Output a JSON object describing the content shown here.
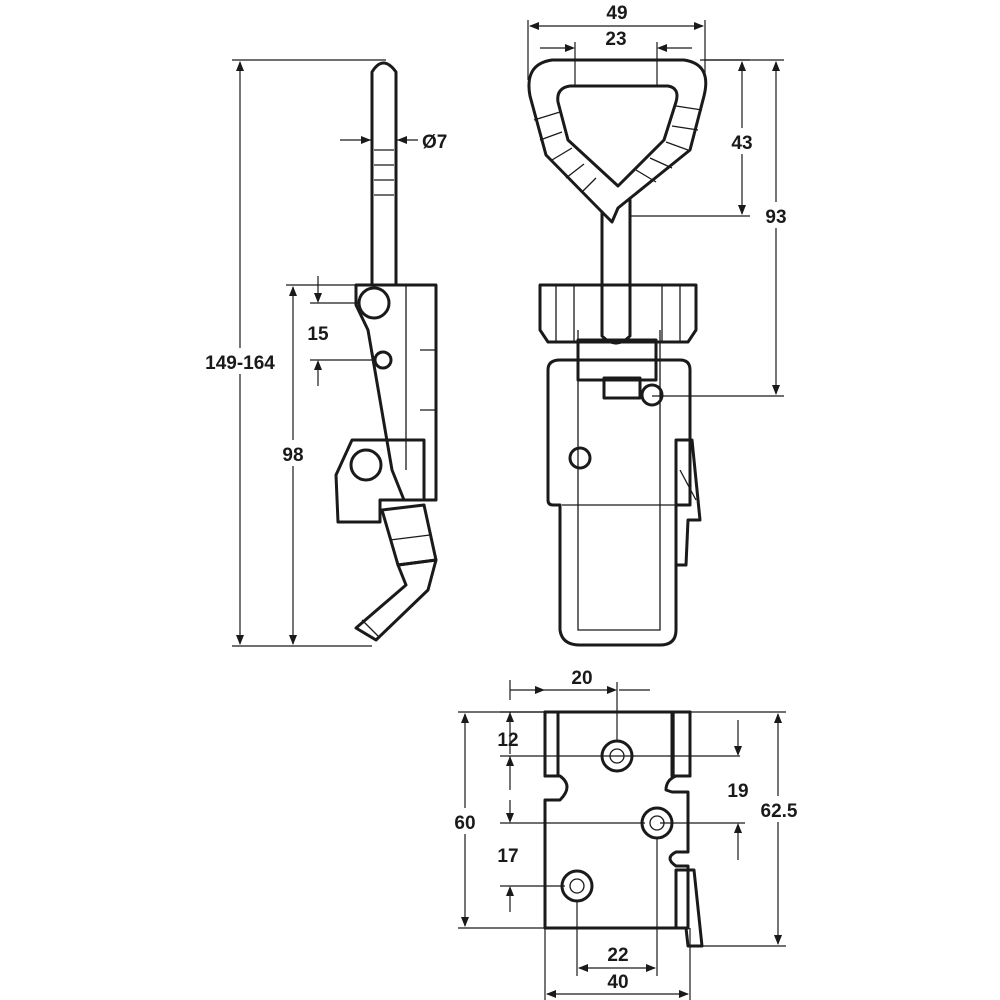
{
  "diagram": {
    "side_view": {
      "overall_length": "149-164",
      "diameter": "Ø7",
      "pivot_spacing": "15",
      "body_length": "98"
    },
    "front_view": {
      "handle_outer_width": "49",
      "handle_inner_width": "23",
      "handle_height": "43",
      "handle_to_pivot": "93"
    },
    "base_view": {
      "hole_spacing_top": "20",
      "hole_offset_top": "12",
      "hole_offset_right": "19",
      "plate_length": "60",
      "overall_length": "62.5",
      "hole_offset_bottom": "17",
      "hole_spacing_bottom": "22",
      "plate_width": "40"
    }
  }
}
